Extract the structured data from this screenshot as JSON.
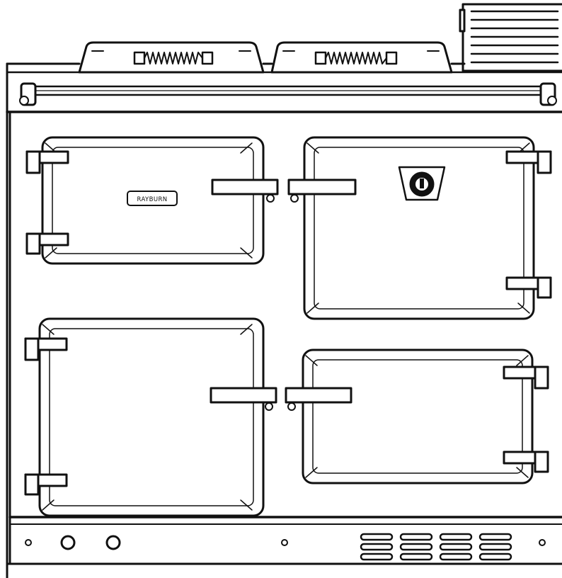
{
  "stove": {
    "badge_label": "RAYBURN",
    "line_color": "#111111",
    "background_color": "#ffffff",
    "parts": [
      "lid-left",
      "lid-right",
      "vent-box",
      "towel-rail",
      "door-top-left",
      "door-top-right",
      "door-bottom-left",
      "door-bottom-right",
      "control-knob",
      "keyhole-control",
      "bottom-vents",
      "plinth"
    ]
  }
}
